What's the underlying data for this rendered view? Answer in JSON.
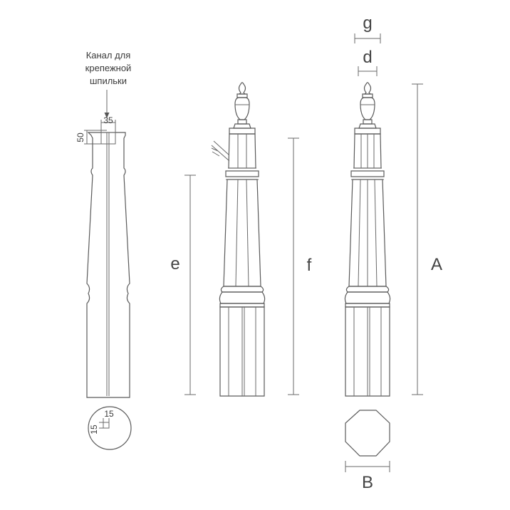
{
  "annotation": {
    "line1": "Канал для",
    "line2": "крепежной",
    "line3": "шпильки"
  },
  "dimensions": {
    "channel_width": "35",
    "channel_depth": "50",
    "section_x": "15",
    "section_y": "15"
  },
  "labels": {
    "e": "e",
    "f": "f",
    "A": "A",
    "g": "g",
    "d": "d",
    "B": "B"
  },
  "colors": {
    "line": "#6a6a6a",
    "text": "#3a3a3a",
    "background": "#ffffff"
  }
}
